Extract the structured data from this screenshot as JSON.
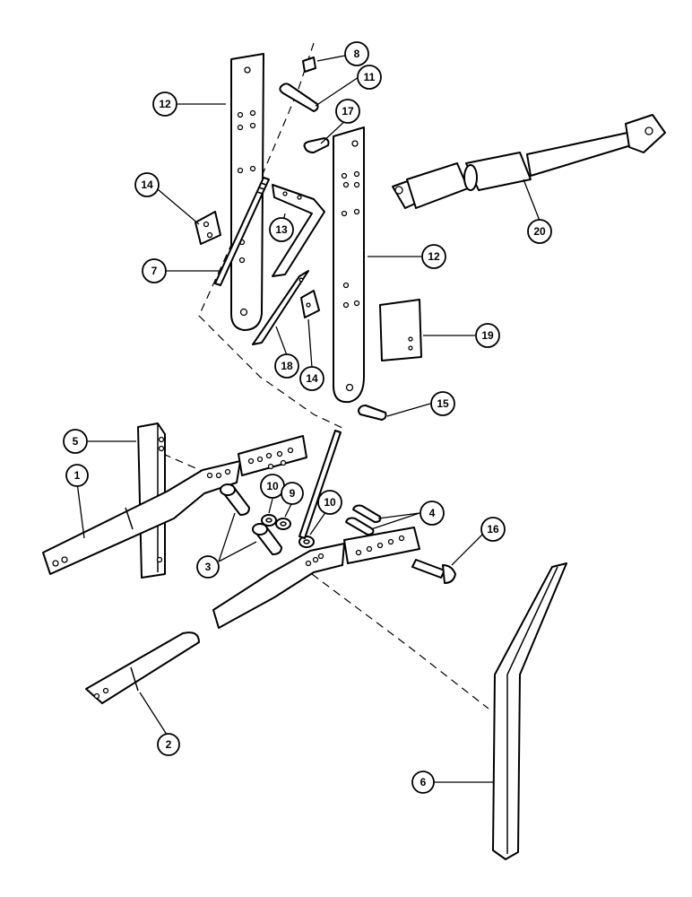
{
  "callouts": [
    {
      "id": "8",
      "label": "8"
    },
    {
      "id": "11",
      "label": "11"
    },
    {
      "id": "12a",
      "label": "12"
    },
    {
      "id": "17",
      "label": "17"
    },
    {
      "id": "14a",
      "label": "14"
    },
    {
      "id": "13",
      "label": "13"
    },
    {
      "id": "12b",
      "label": "12"
    },
    {
      "id": "20",
      "label": "20"
    },
    {
      "id": "7",
      "label": "7"
    },
    {
      "id": "19",
      "label": "19"
    },
    {
      "id": "18",
      "label": "18"
    },
    {
      "id": "14b",
      "label": "14"
    },
    {
      "id": "15",
      "label": "15"
    },
    {
      "id": "5",
      "label": "5"
    },
    {
      "id": "1",
      "label": "1"
    },
    {
      "id": "10a",
      "label": "10"
    },
    {
      "id": "9",
      "label": "9"
    },
    {
      "id": "10b",
      "label": "10"
    },
    {
      "id": "4",
      "label": "4"
    },
    {
      "id": "16",
      "label": "16"
    },
    {
      "id": "3",
      "label": "3"
    },
    {
      "id": "2",
      "label": "2"
    },
    {
      "id": "6",
      "label": "6"
    }
  ]
}
